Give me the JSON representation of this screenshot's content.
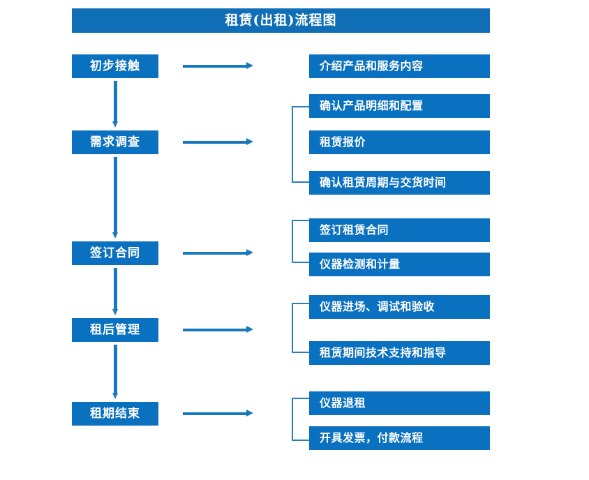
{
  "title": "租赁(出租)流程图",
  "colors": {
    "title_bar": "#0f6eb5",
    "box": "#0a70c0",
    "arrow": "#1878bd",
    "bracket": "#2b7cc0",
    "text": "#ffffff",
    "background": "#ffffff"
  },
  "stages": [
    {
      "label": "初步接触"
    },
    {
      "label": "需求调查"
    },
    {
      "label": "签订合同"
    },
    {
      "label": "租后管理"
    },
    {
      "label": "租期结束"
    }
  ],
  "details": [
    {
      "label": "介绍产品和服务内容"
    },
    {
      "label": "确认产品明细和配置"
    },
    {
      "label": "租赁报价"
    },
    {
      "label": "确认租赁周期与交货时间"
    },
    {
      "label": "签订租赁合同"
    },
    {
      "label": "仪器检测和计量"
    },
    {
      "label": "仪器进场、调试和验收"
    },
    {
      "label": "租赁期间技术支持和指导"
    },
    {
      "label": "仪器退租"
    },
    {
      "label": "开具发票，付款流程"
    }
  ],
  "connectors": {
    "vertical_arrow_count": 4,
    "horizontal_arrow_count": 5,
    "bracket_count": 4
  }
}
